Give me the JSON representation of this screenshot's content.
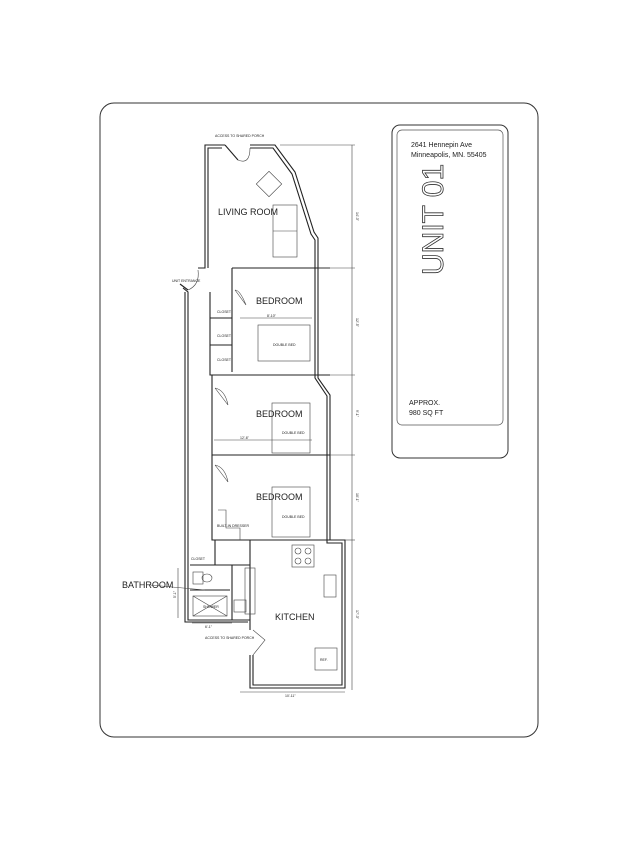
{
  "info": {
    "address_line1": "2641 Hennepin Ave",
    "address_line2": "Minneapolis, MN. 55405",
    "unit": "UNIT 01",
    "area_line1": "APPROX.",
    "area_line2": "980 SQ FT"
  },
  "rooms": {
    "living": "LIVING ROOM",
    "bedroom1": "BEDROOM",
    "bedroom2": "BEDROOM",
    "bedroom3": "BEDROOM",
    "kitchen": "KITCHEN",
    "bathroom": "BATHROOM"
  },
  "labels": {
    "porch_top": "ACCESS TO SHARED PORCH",
    "porch_bottom": "ACCESS TO SHARED PORCH",
    "entrance": "UNIT ENTRANCE",
    "closet1": "CLOSET",
    "closet2": "CLOSET",
    "closet3": "CLOSET",
    "closet4": "CLOSET",
    "bed1": "DOUBLE BED",
    "bed2": "DOUBLE BED",
    "bed3": "DOUBLE BED",
    "dresser": "BUILT-IN DRESSER",
    "shower": "SHOWER",
    "fridge": "REF."
  },
  "dimensions": {
    "bedroom1_width": "8'-10\"",
    "bedroom2_width": "12'-6\"",
    "bath_width": "6'-1\"",
    "bath_depth": "5'-1\"",
    "kitchen_width": "10'-11\"",
    "living_depth": "14'-3\"",
    "bedroom1_depth": "12'-5\"",
    "bedroom2_depth": "9'-1\"",
    "bedroom3_depth": "10'-1\"",
    "kitchen_depth": "17'-3\""
  }
}
